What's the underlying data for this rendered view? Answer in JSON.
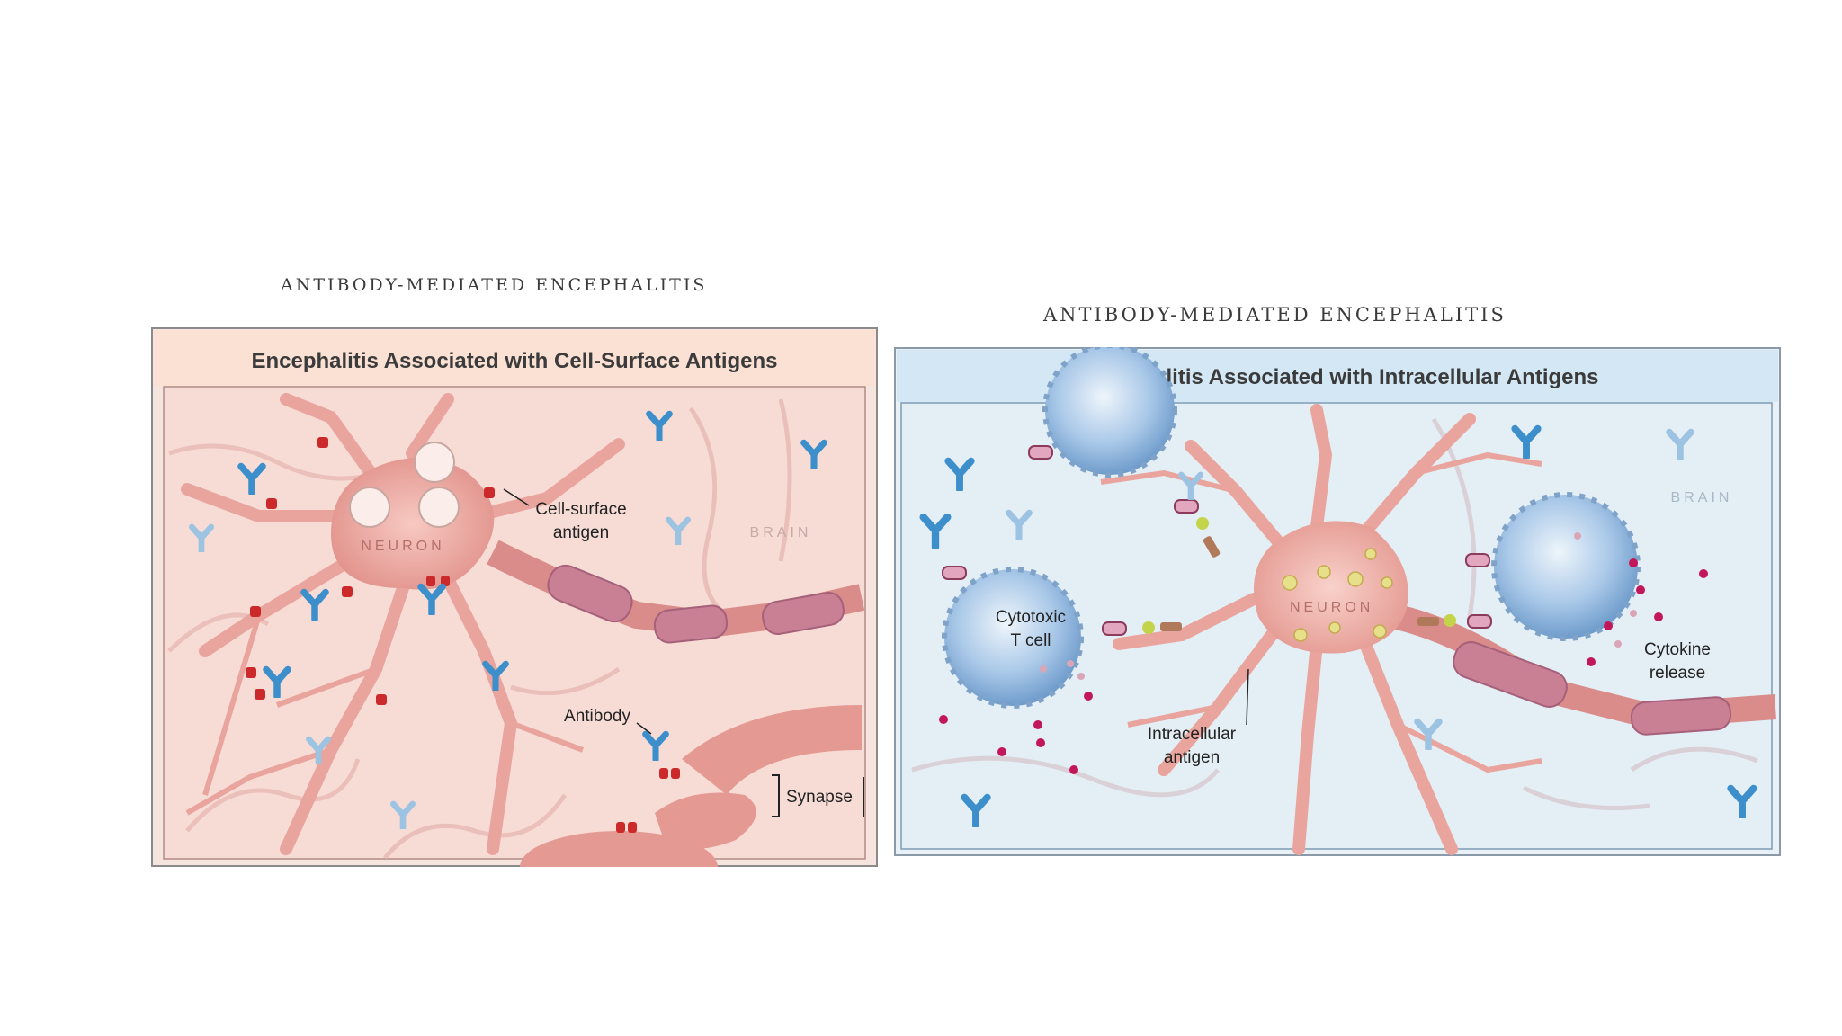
{
  "figures": [
    {
      "title": "ANTIBODY-MEDIATED ENCEPHALITIS",
      "panel_header": "Encephalitis Associated with Cell-Surface Antigens",
      "labels": {
        "neuron": "NEURON",
        "brain": "BRAIN",
        "cell_surface_antigen": "Cell-surface antigen",
        "cell_surface_antigen_line1": "Cell-surface",
        "cell_surface_antigen_line2": "antigen",
        "antibody": "Antibody",
        "synapse": "Synapse"
      },
      "colors": {
        "header_bg": "#fbe1d4",
        "body_bg": "#f7dcd6",
        "neuron": "#e69b94",
        "antigen": "#cc2a2a",
        "antibody": "#3c8fcb"
      }
    },
    {
      "title": "ANTIBODY-MEDIATED ENCEPHALITIS",
      "panel_header": "Encephalitis Associated with Intracellular Antigens",
      "labels": {
        "neuron": "NEURON",
        "brain": "BRAIN",
        "cytotoxic_t_cell_line1": "Cytotoxic",
        "cytotoxic_t_cell_line2": "T cell",
        "intracellular_antigen_line1": "Intracellular",
        "intracellular_antigen_line2": "antigen",
        "cytokine_release_line1": "Cytokine",
        "cytokine_release_line2": "release"
      },
      "colors": {
        "header_bg": "#d3e8f4",
        "body_bg": "#e4eef5",
        "neuron": "#e69b94",
        "t_cell": "#8ab4df",
        "cytokine": "#c2185b",
        "antibody": "#3c8fcb"
      }
    }
  ]
}
